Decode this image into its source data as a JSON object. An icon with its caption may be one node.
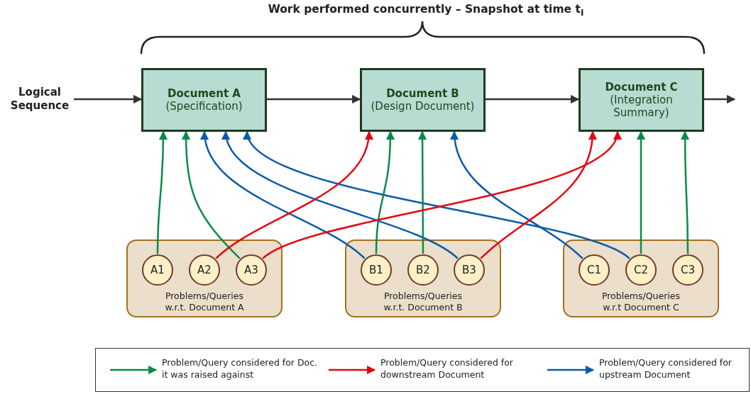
{
  "diagram": {
    "title": "Work performed concurrently – Snapshot at time t$_{i}$",
    "nodes": [
      {
        "text": [
          "Document A",
          "(Specification)"
        ]
      },
      {
        "text": [
          "Document B",
          "(Design Document)"
        ]
      },
      {
        "text": [
          "Document C",
          "(Integration Summary)"
        ]
      },
      {
        "text": [
          "Problems/Queries w.r.t. Document A"
        ]
      },
      {
        "text": [
          "A1"
        ],
        "in": 3
      },
      {
        "text": [
          "A2"
        ],
        "in": 3
      },
      {
        "text": [
          "A3"
        ],
        "in": 3
      },
      {
        "text": [
          "Problems/Queries w.r.t. Document B"
        ]
      },
      {
        "text": [
          "B1"
        ],
        "in": 7
      },
      {
        "text": [
          "B2"
        ],
        "in": 7
      },
      {
        "text": [
          "B3"
        ],
        "in": 7
      },
      {
        "text": [
          "Problems/Queries w.r.t Document C"
        ]
      },
      {
        "text": [
          "C1"
        ],
        "in": 11
      },
      {
        "text": [
          "C2"
        ],
        "in": 11
      },
      {
        "text": [
          "C3"
        ],
        "in": 11
      },
      {
        "text": [
          "Logical Sequence"
        ]
      }
    ],
    "edges": [
      {
        "from": 15,
        "to": 0,
        "arrow": "to",
        "color": "#333333"
      },
      {
        "from": 0,
        "to": 1,
        "arrow": "to",
        "color": "#333333"
      },
      {
        "from": 1,
        "to": 2,
        "arrow": "to",
        "color": "#333333"
      },
      {
        "from": 2,
        "to": null,
        "arrow": "to",
        "color": "#333333"
      },
      {
        "from": 4,
        "to": 0,
        "arrow": "to"
      },
      {
        "from": 6,
        "to": 0,
        "arrow": "to"
      },
      {
        "from": 8,
        "to": 0,
        "arrow": "to",
        "color": "#0b5aa8"
      },
      {
        "from": 10,
        "to": 0,
        "arrow": "to",
        "color": "#0b5aa8"
      },
      {
        "from": 13,
        "to": 0,
        "arrow": "to",
        "color": "#0b5aa8"
      },
      {
        "from": 5,
        "to": 1,
        "arrow": "to",
        "color": "#e30613"
      },
      {
        "from": 8,
        "to": 1,
        "arrow": "to"
      },
      {
        "from": 9,
        "to": 1,
        "arrow": "to"
      },
      {
        "from": 12,
        "to": 1,
        "arrow": "to",
        "color": "#0b5aa8"
      },
      {
        "from": 10,
        "to": 2,
        "arrow": "to",
        "color": "#e30613"
      },
      {
        "from": 6,
        "to": 2,
        "arrow": "to",
        "color": "#e30613"
      },
      {
        "from": 13,
        "to": 2,
        "arrow": "to"
      },
      {
        "from": 14,
        "to": 2,
        "arrow": "to"
      }
    ],
    "legend": [
      {
        "text": "Problem/Query considered for Doc. it was raised against"
      },
      {
        "text": "Problem/Query considered for downstream Document"
      },
      {
        "text": "Problem/Query considered for upstream Document"
      }
    ]
  }
}
